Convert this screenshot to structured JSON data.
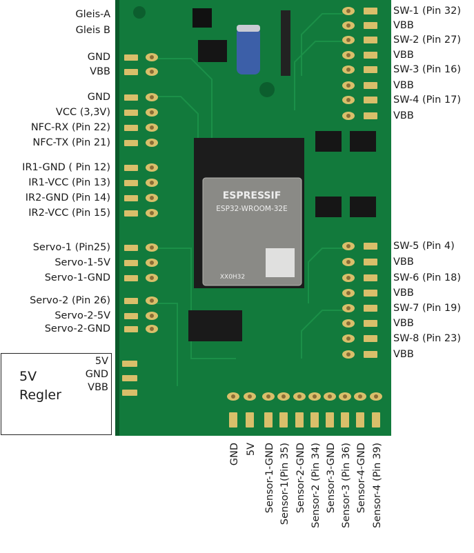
{
  "left_labels": [
    "Gleis-A",
    "Gleis B",
    "GND",
    "VBB",
    "GND",
    "VCC (3,3V)",
    "NFC-RX (Pin 22)",
    "NFC-TX (Pin 21)",
    "IR1-GND ( Pin 12)",
    "IR1-VCC (Pin 13)",
    "IR2-GND (Pin 14)",
    "IR2-VCC (Pin 15)",
    "Servo-1 (Pin25)",
    "Servo-1-5V",
    "Servo-1-GND",
    "Servo-2 (Pin 26)",
    "Servo-2-5V",
    "Servo-2-GND"
  ],
  "right_labels": [
    "SW-1 (Pin 32)",
    "VBB",
    "SW-2 (Pin 27)",
    "VBB",
    "SW-3 (Pin 16)",
    "VBB",
    "SW-4 (Pin 17)",
    "VBB",
    "SW-5 (Pin 4)",
    "VBB",
    "SW-6 (Pin 18)",
    "VBB",
    "SW-7 (Pin 19)",
    "VBB",
    "SW-8 (Pin 23)",
    "VBB"
  ],
  "bottom_labels": [
    "GND",
    "5V",
    "Sensor-1-GND",
    "Sensor-1(Pin 35)",
    "Sensor-2-GND",
    "Sensor-2 (Pin 34)",
    "Sensor-3-GND",
    "Sensor-3 (Pin 36)",
    "Sensor-4-GND",
    "Sensor-4 (Pin 39)"
  ],
  "regler": {
    "title_line1": "5V",
    "title_line2": "Regler",
    "pins": [
      "5V",
      "GND",
      "VBB"
    ]
  },
  "module": {
    "brand": "ESPRESSIF",
    "model": "ESP32-WROOM-32E",
    "code": "XX0H32"
  },
  "colors": {
    "pcb": "#127a3c",
    "pad": "#d9bf6a",
    "module": "#8a8a86"
  }
}
